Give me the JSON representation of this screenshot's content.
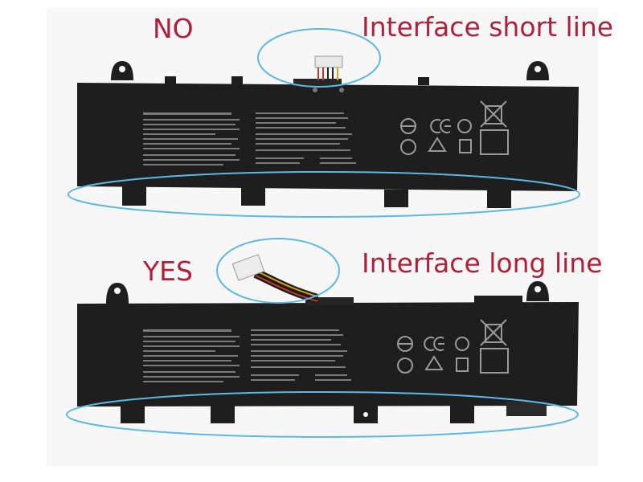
{
  "panels": [
    {
      "verdict": "NO",
      "caption": "Interface short line"
    },
    {
      "verdict": "YES",
      "caption": "Interface long line"
    }
  ],
  "colors": {
    "label": "#b0203a",
    "highlight": "#5bb8e6",
    "battery": "#1e1e1e",
    "print": "#7a7a7a"
  }
}
